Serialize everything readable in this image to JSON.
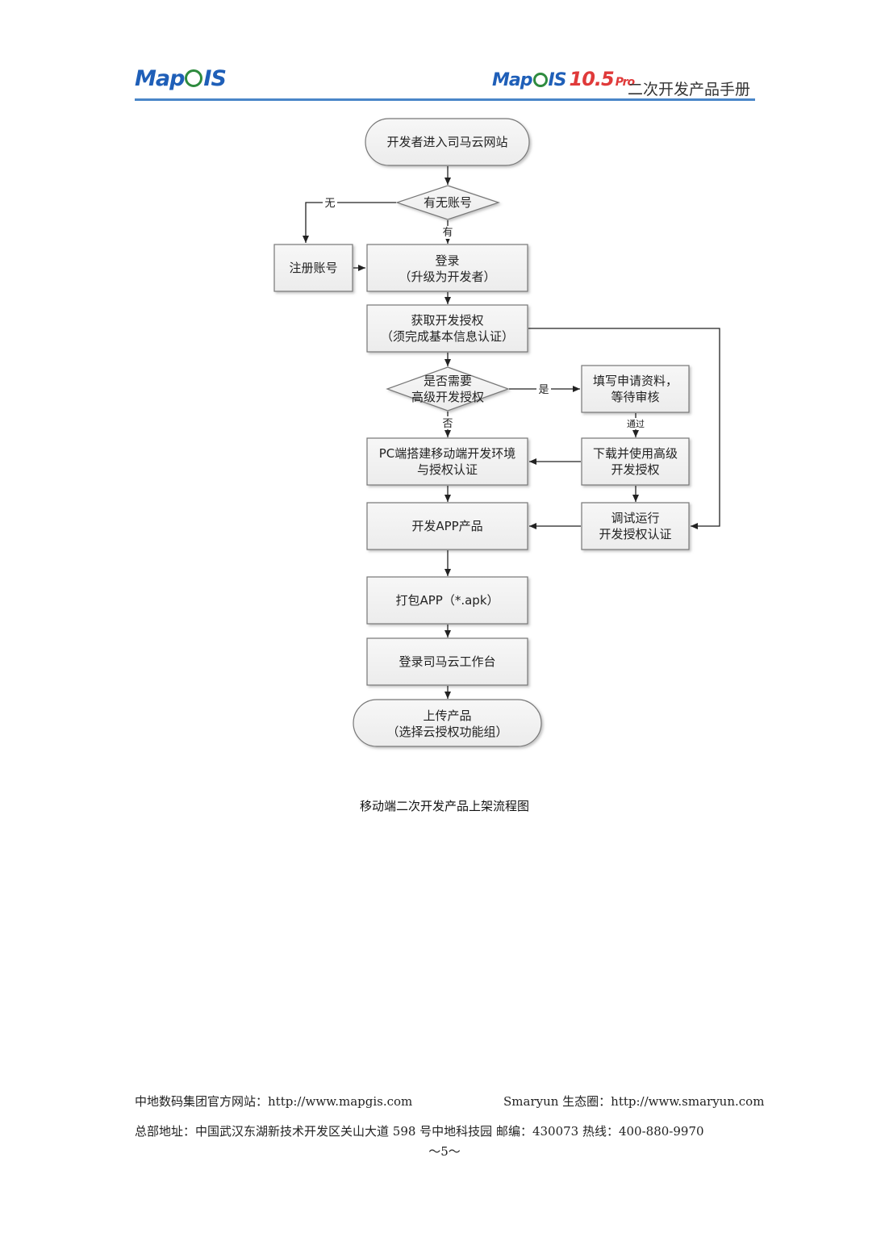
{
  "header": {
    "logo_left_pre": "Map",
    "logo_left_post": "IS",
    "logo_right_pre": "Map",
    "logo_right_post": "IS",
    "logo_right_version": "10.5",
    "logo_right_pro": "Pro",
    "title": "二次开发产品手册",
    "rule_color": "#4a86c8"
  },
  "flowchart": {
    "nodes": {
      "start": "开发者进入司马云网站",
      "has_account": "有无账号",
      "register": "注册账号",
      "login_1": "登录",
      "login_2": "（升级为开发者）",
      "get_auth_1": "获取开发授权",
      "get_auth_2": "（须完成基本信息认证）",
      "need_adv_1": "是否需要",
      "need_adv_2": "高级开发授权",
      "fill_form_1": "填写申请资料，",
      "fill_form_2": "等待审核",
      "pc_setup_1": "PC端搭建移动端开发环境",
      "pc_setup_2": "与授权认证",
      "download_1": "下载并使用高级",
      "download_2": "开发授权",
      "develop_app": "开发APP产品",
      "debug_1": "调试运行",
      "debug_2": "开发授权认证",
      "package": "打包APP（*.apk）",
      "login_console": "登录司马云工作台",
      "upload_1": "上传产品",
      "upload_2": "（选择云授权功能组）"
    },
    "edge_labels": {
      "no": "无",
      "yes_has": "有",
      "yes": "是",
      "not": "否",
      "approved": "通过"
    }
  },
  "caption": "移动端二次开发产品上架流程图",
  "footer": {
    "site": "中地数码集团官方网站：http://www.mapgis.com",
    "eco": "Smaryun 生态圈：http://www.smaryun.com",
    "address": "总部地址：中国武汉东湖新技术开发区关山大道 598 号中地科技园 邮编：430073 热线：400-880-9970",
    "page": "～5～"
  }
}
